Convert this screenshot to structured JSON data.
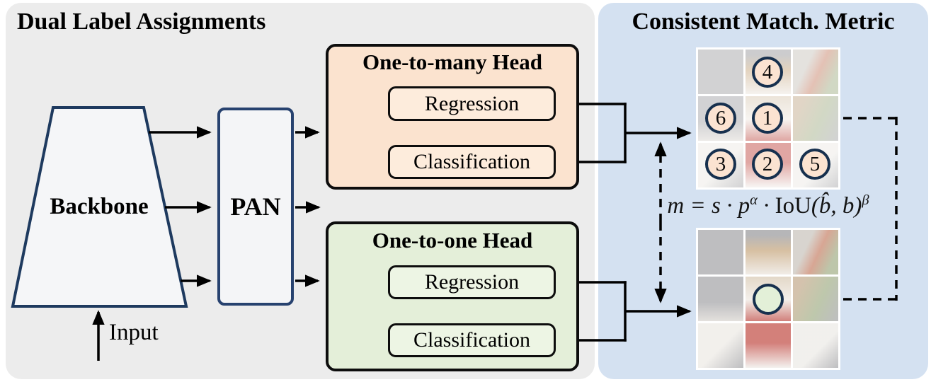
{
  "left_panel": {
    "title": "Dual Label Assignments",
    "backbone_label": "Backbone",
    "pan_label": "PAN",
    "input_label": "Input",
    "one_to_many": {
      "title": "One-to-many Head",
      "regression": "Regression",
      "classification": "Classification"
    },
    "one_to_one": {
      "title": "One-to-one Head",
      "regression": "Regression",
      "classification": "Classification"
    }
  },
  "right_panel": {
    "title": "Consistent Match. Metric",
    "formula": {
      "lhs": "m = s · p",
      "alpha": "α",
      "cdot": "·",
      "iou": "IoU",
      "args": "(b̂, b)",
      "beta": "β"
    },
    "anchor_numbers": [
      "4",
      "6",
      "1",
      "3",
      "2",
      "5"
    ]
  },
  "colors": {
    "panel_gray": "#ececec",
    "panel_blue": "#d4e1f1",
    "one_to_many_fill": "#fbe3cf",
    "one_to_many_inner_fill": "#fdecdc",
    "one_to_one_fill": "#e4efd9",
    "one_to_one_inner_fill": "#edf5e4",
    "navy_border": "#1f3a5f",
    "anchor_circle_border": "#17304e",
    "anchor_circle_peach": "#fbe3d1",
    "anchor_circle_green": "#e3f0d8"
  }
}
